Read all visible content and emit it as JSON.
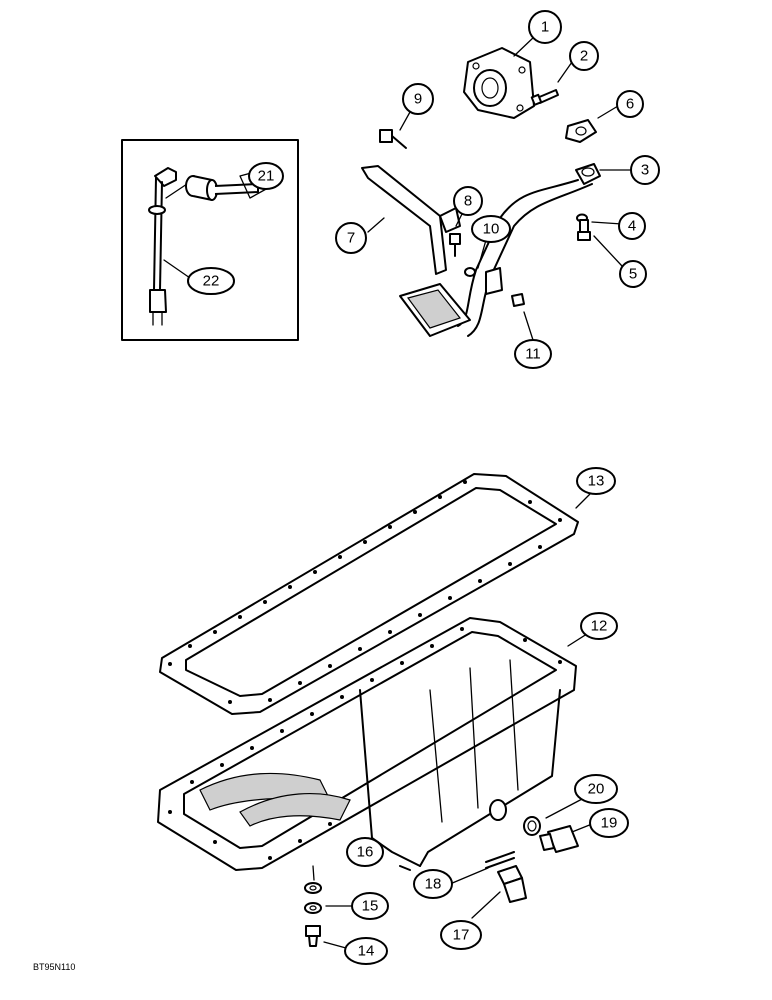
{
  "figure_code": "BT95N110",
  "callouts": [
    "1",
    "2",
    "3",
    "4",
    "5",
    "6",
    "7",
    "8",
    "9",
    "10",
    "11",
    "12",
    "13",
    "14",
    "15",
    "16",
    "17",
    "18",
    "19",
    "20",
    "21",
    "22"
  ]
}
